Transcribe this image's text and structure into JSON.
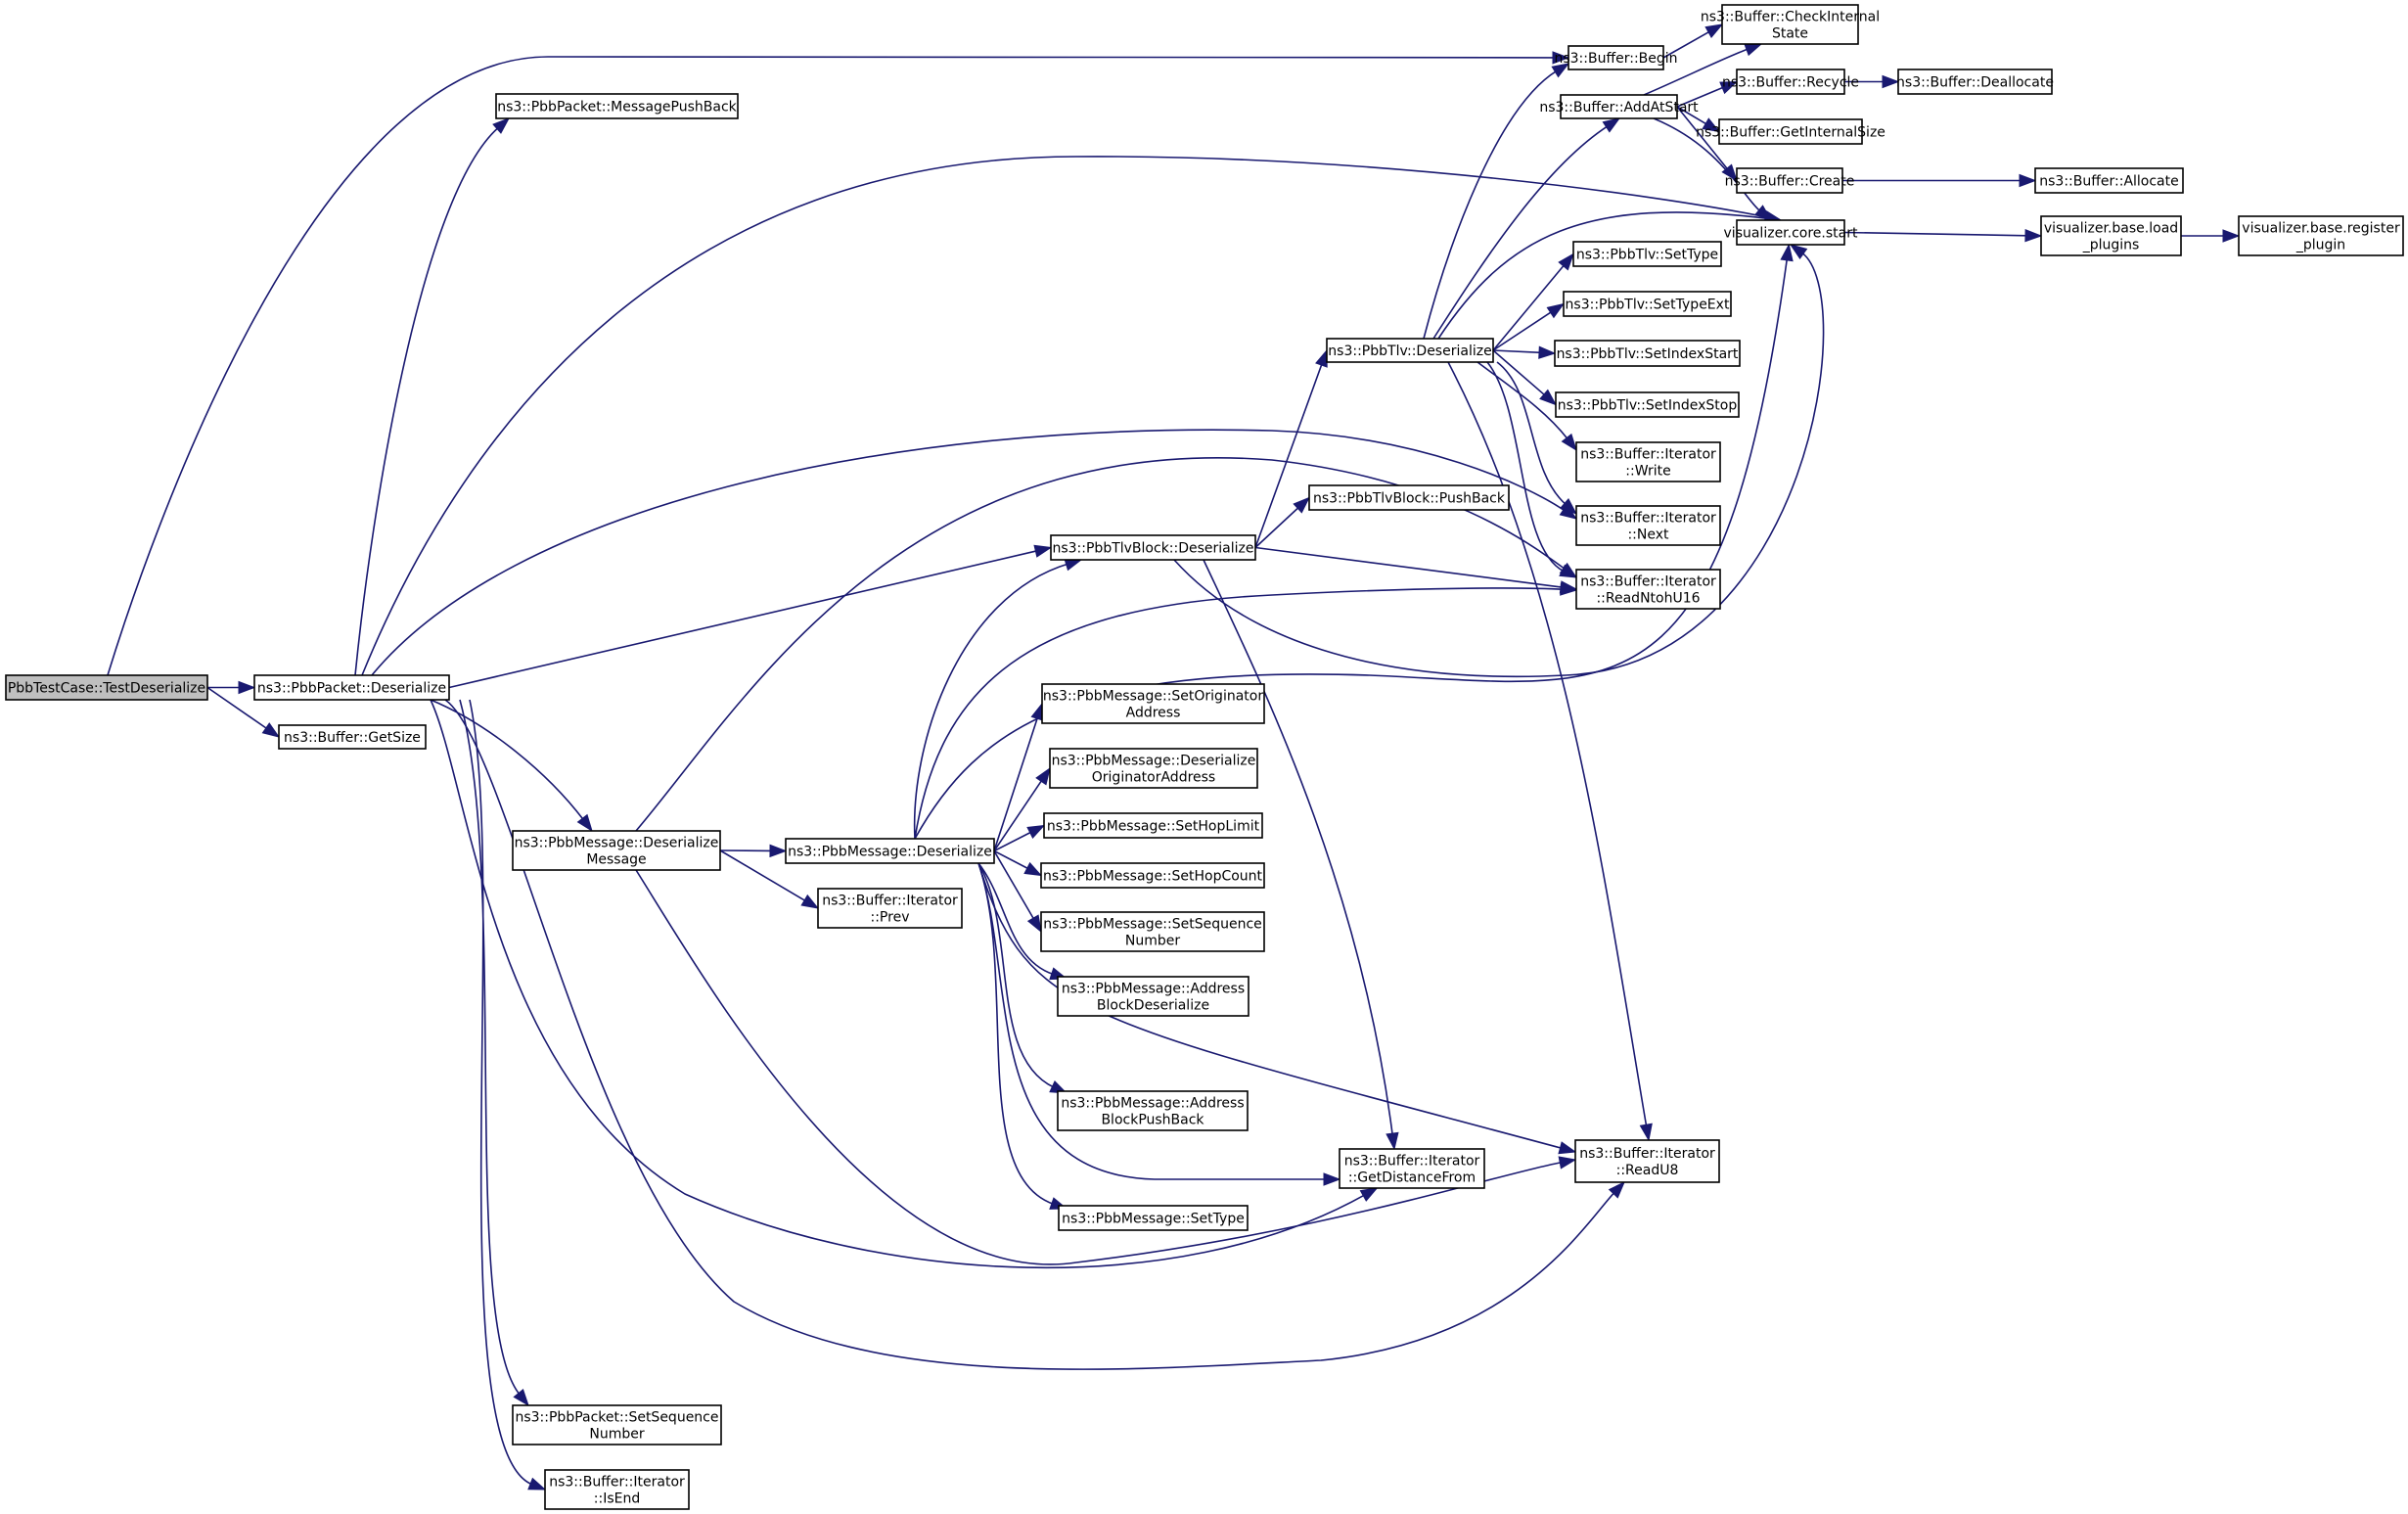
{
  "diagram": {
    "type": "call-graph",
    "root": "root",
    "colors": {
      "edge": "#191970",
      "root_fill": "#bfbfbf",
      "node_fill": "#ffffff",
      "node_border": "#000000"
    },
    "nodes": [
      {
        "id": "root",
        "lines": [
          "PbbTestCase::TestDeserialize"
        ]
      },
      {
        "id": "pkt_deser",
        "lines": [
          "ns3::PbbPacket::Deserialize"
        ]
      },
      {
        "id": "getsize",
        "lines": [
          "ns3::Buffer::GetSize"
        ]
      },
      {
        "id": "msgpushback",
        "lines": [
          "ns3::PbbPacket::MessagePushBack"
        ]
      },
      {
        "id": "deser_msg",
        "lines": [
          "ns3::PbbMessage::Deserialize",
          "Message"
        ]
      },
      {
        "id": "msg_deser",
        "lines": [
          "ns3::PbbMessage::Deserialize"
        ]
      },
      {
        "id": "prev",
        "lines": [
          "ns3::Buffer::Iterator",
          "::Prev"
        ]
      },
      {
        "id": "pkt_setseq",
        "lines": [
          "ns3::PbbPacket::SetSequence",
          "Number"
        ]
      },
      {
        "id": "isend",
        "lines": [
          "ns3::Buffer::Iterator",
          "::IsEnd"
        ]
      },
      {
        "id": "tlvblock_deser",
        "lines": [
          "ns3::PbbTlvBlock::Deserialize"
        ]
      },
      {
        "id": "tlvblock_pushback",
        "lines": [
          "ns3::PbbTlvBlock::PushBack"
        ]
      },
      {
        "id": "setorig",
        "lines": [
          "ns3::PbbMessage::SetOriginator",
          "Address"
        ]
      },
      {
        "id": "deserorig",
        "lines": [
          "ns3::PbbMessage::Deserialize",
          "OriginatorAddress"
        ]
      },
      {
        "id": "sethoplimit",
        "lines": [
          "ns3::PbbMessage::SetHopLimit"
        ]
      },
      {
        "id": "sethopcount",
        "lines": [
          "ns3::PbbMessage::SetHopCount"
        ]
      },
      {
        "id": "msg_setseq",
        "lines": [
          "ns3::PbbMessage::SetSequence",
          "Number"
        ]
      },
      {
        "id": "addrblockdeser",
        "lines": [
          "ns3::PbbMessage::Address",
          "BlockDeserialize"
        ]
      },
      {
        "id": "addrblockpush",
        "lines": [
          "ns3::PbbMessage::Address",
          "BlockPushBack"
        ]
      },
      {
        "id": "msg_settype",
        "lines": [
          "ns3::PbbMessage::SetType"
        ]
      },
      {
        "id": "getdist",
        "lines": [
          "ns3::Buffer::Iterator",
          "::GetDistanceFrom"
        ]
      },
      {
        "id": "readu8",
        "lines": [
          "ns3::Buffer::Iterator",
          "::ReadU8"
        ]
      },
      {
        "id": "tlv_deser",
        "lines": [
          "ns3::PbbTlv::Deserialize"
        ]
      },
      {
        "id": "begin",
        "lines": [
          "ns3::Buffer::Begin"
        ]
      },
      {
        "id": "checkstate",
        "lines": [
          "ns3::Buffer::CheckInternal",
          "State"
        ]
      },
      {
        "id": "addatstart",
        "lines": [
          "ns3::Buffer::AddAtStart"
        ]
      },
      {
        "id": "recycle",
        "lines": [
          "ns3::Buffer::Recycle"
        ]
      },
      {
        "id": "deallocate",
        "lines": [
          "ns3::Buffer::Deallocate"
        ]
      },
      {
        "id": "getinternalsize",
        "lines": [
          "ns3::Buffer::GetInternalSize"
        ]
      },
      {
        "id": "create",
        "lines": [
          "ns3::Buffer::Create"
        ]
      },
      {
        "id": "allocate",
        "lines": [
          "ns3::Buffer::Allocate"
        ]
      },
      {
        "id": "vis_start",
        "lines": [
          "visualizer.core.start"
        ]
      },
      {
        "id": "load_plugins",
        "lines": [
          "visualizer.base.load",
          "_plugins"
        ]
      },
      {
        "id": "register_plugin",
        "lines": [
          "visualizer.base.register",
          "_plugin"
        ]
      },
      {
        "id": "tlv_settype",
        "lines": [
          "ns3::PbbTlv::SetType"
        ]
      },
      {
        "id": "tlv_settypeext",
        "lines": [
          "ns3::PbbTlv::SetTypeExt"
        ]
      },
      {
        "id": "tlv_setidxstart",
        "lines": [
          "ns3::PbbTlv::SetIndexStart"
        ]
      },
      {
        "id": "tlv_setidxstop",
        "lines": [
          "ns3::PbbTlv::SetIndexStop"
        ]
      },
      {
        "id": "write",
        "lines": [
          "ns3::Buffer::Iterator",
          "::Write"
        ]
      },
      {
        "id": "next",
        "lines": [
          "ns3::Buffer::Iterator",
          "::Next"
        ]
      },
      {
        "id": "readntohu16",
        "lines": [
          "ns3::Buffer::Iterator",
          "::ReadNtohU16"
        ]
      }
    ],
    "edges": [
      [
        "root",
        "pkt_deser"
      ],
      [
        "root",
        "getsize"
      ],
      [
        "root",
        "begin"
      ],
      [
        "pkt_deser",
        "msgpushback"
      ],
      [
        "pkt_deser",
        "vis_start"
      ],
      [
        "pkt_deser",
        "next"
      ],
      [
        "pkt_deser",
        "tlvblock_deser"
      ],
      [
        "pkt_deser",
        "deser_msg"
      ],
      [
        "pkt_deser",
        "readu8"
      ],
      [
        "pkt_deser",
        "getdist"
      ],
      [
        "pkt_deser",
        "pkt_setseq"
      ],
      [
        "pkt_deser",
        "isend"
      ],
      [
        "deser_msg",
        "msg_deser"
      ],
      [
        "deser_msg",
        "prev"
      ],
      [
        "deser_msg",
        "readntohu16"
      ],
      [
        "deser_msg",
        "readu8"
      ],
      [
        "msg_deser",
        "tlvblock_deser"
      ],
      [
        "msg_deser",
        "readntohu16"
      ],
      [
        "msg_deser",
        "vis_start"
      ],
      [
        "msg_deser",
        "setorig"
      ],
      [
        "msg_deser",
        "deserorig"
      ],
      [
        "msg_deser",
        "sethoplimit"
      ],
      [
        "msg_deser",
        "sethopcount"
      ],
      [
        "msg_deser",
        "msg_setseq"
      ],
      [
        "msg_deser",
        "addrblockdeser"
      ],
      [
        "msg_deser",
        "addrblockpush"
      ],
      [
        "msg_deser",
        "msg_settype"
      ],
      [
        "msg_deser",
        "getdist"
      ],
      [
        "msg_deser",
        "readu8"
      ],
      [
        "tlvblock_deser",
        "tlv_deser"
      ],
      [
        "tlvblock_deser",
        "tlvblock_pushback"
      ],
      [
        "tlvblock_deser",
        "readntohu16"
      ],
      [
        "tlvblock_deser",
        "getdist"
      ],
      [
        "tlvblock_deser",
        "vis_start"
      ],
      [
        "tlv_deser",
        "begin"
      ],
      [
        "tlv_deser",
        "addatstart"
      ],
      [
        "tlv_deser",
        "vis_start"
      ],
      [
        "tlv_deser",
        "tlv_settype"
      ],
      [
        "tlv_deser",
        "tlv_settypeext"
      ],
      [
        "tlv_deser",
        "tlv_setidxstart"
      ],
      [
        "tlv_deser",
        "tlv_setidxstop"
      ],
      [
        "tlv_deser",
        "write"
      ],
      [
        "tlv_deser",
        "next"
      ],
      [
        "tlv_deser",
        "readntohu16"
      ],
      [
        "tlv_deser",
        "readu8"
      ],
      [
        "begin",
        "checkstate"
      ],
      [
        "addatstart",
        "checkstate"
      ],
      [
        "addatstart",
        "recycle"
      ],
      [
        "addatstart",
        "getinternalsize"
      ],
      [
        "addatstart",
        "create"
      ],
      [
        "addatstart",
        "vis_start"
      ],
      [
        "recycle",
        "deallocate"
      ],
      [
        "create",
        "allocate"
      ],
      [
        "vis_start",
        "load_plugins"
      ],
      [
        "load_plugins",
        "register_plugin"
      ]
    ]
  }
}
